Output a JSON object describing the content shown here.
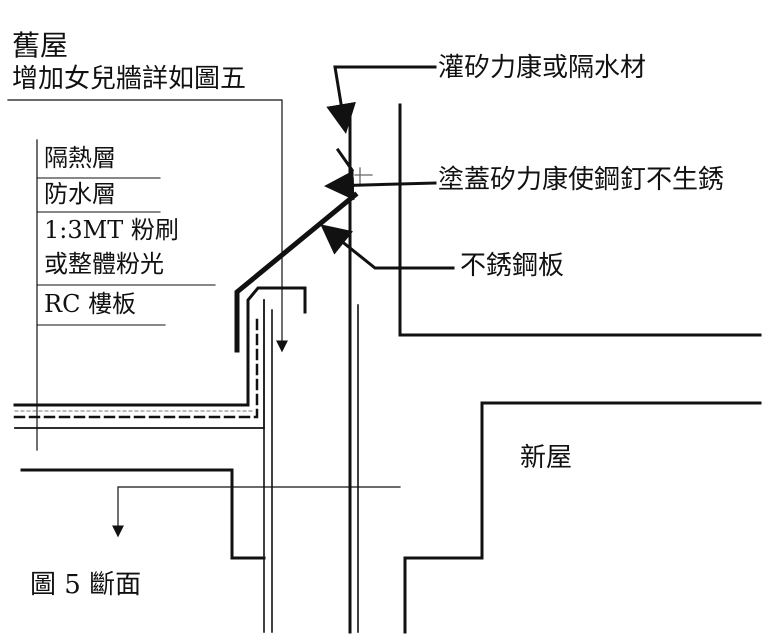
{
  "old_house": {
    "title": "舊屋",
    "note": "增加女兒牆詳如圖五"
  },
  "layers": [
    "隔熱層",
    "防水層",
    "1:3MT 粉刷",
    "或整體粉光",
    "RC 樓板"
  ],
  "callouts": {
    "sealant": "灌矽力康或隔水材",
    "coating": "塗蓋矽力康使鋼釘不生銹",
    "steel_plate": "不銹鋼板"
  },
  "new_house": "新屋",
  "caption": "圖 5 斷面"
}
